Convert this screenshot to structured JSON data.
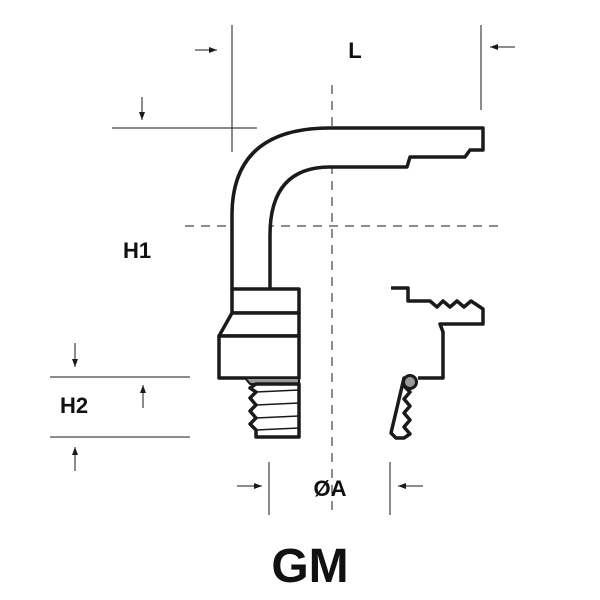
{
  "labels": {
    "length": "L",
    "height1": "H1",
    "height2": "H2",
    "diameter": "ØA",
    "model": "GM"
  },
  "colors": {
    "stroke": "#1a1a1a",
    "washer": "#999999",
    "oring": "#999999"
  }
}
